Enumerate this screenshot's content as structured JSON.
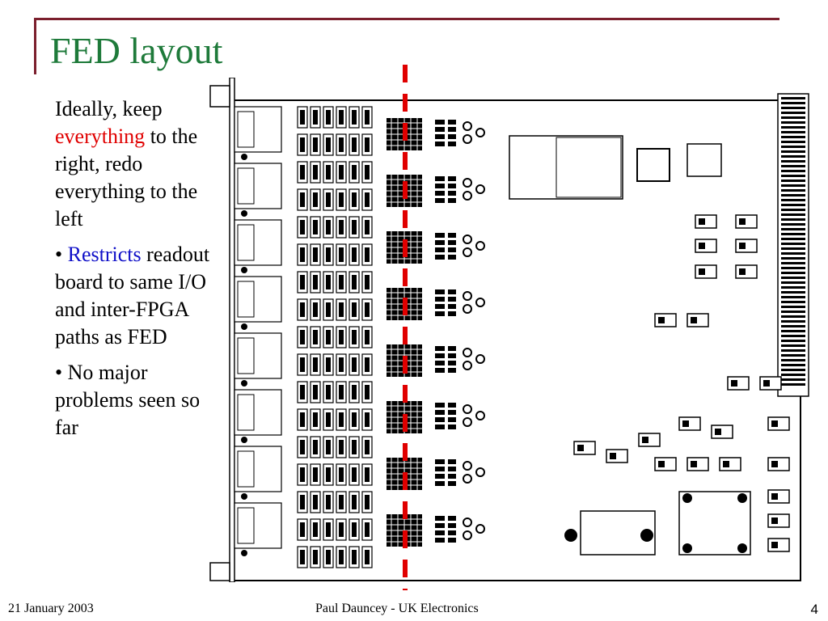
{
  "slide": {
    "title": "FED layout",
    "bullets": [
      {
        "pre": "Ideally, keep ",
        "highlight": "everything",
        "post": " to the right, redo everything to the left"
      },
      {
        "pre": "• ",
        "highlight": "Restricts",
        "post": " readout board to same I/O and inter-FPGA paths as FED"
      },
      {
        "pre": "• ",
        "highlight": "",
        "post": "No major problems seen so far"
      }
    ]
  },
  "footer": {
    "date": "21 January 2003",
    "center": "Paul Dauncey - UK Electronics",
    "page": "4"
  },
  "colors": {
    "title": "#1e7a3a",
    "accent_line": "#7b1f2d",
    "emphasis_red": "#e00000",
    "emphasis_blue": "#1010c8",
    "divider": "#e00000"
  },
  "figure": {
    "description_icon": "pcb-layout-drawing"
  }
}
